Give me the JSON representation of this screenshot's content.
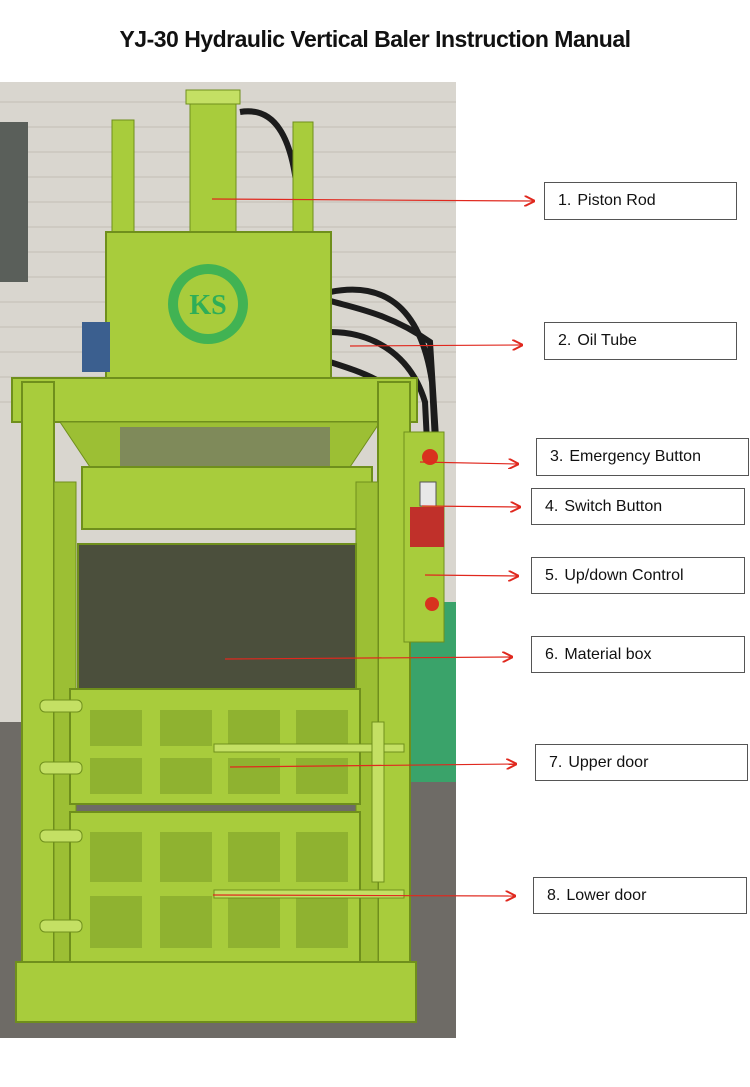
{
  "title": "YJ-30 Hydraulic Vertical Baler Instruction Manual",
  "photo": {
    "logo_text": "KS",
    "colors": {
      "machine": "#a8cc3c",
      "machine_dark": "#6f8f1c",
      "machine_light": "#c4e064",
      "wall": "#d9d6cf",
      "box_interior": "#4b4f3c",
      "hose": "#1c1c1c",
      "emergency": "#d8321e",
      "logo": "#2fae57"
    }
  },
  "callout_color": "#e0281e",
  "callouts": [
    {
      "num": "1.",
      "label": "Piston Rod"
    },
    {
      "num": "2.",
      "label": "Oil Tube"
    },
    {
      "num": "3.",
      "label": "Emergency Button"
    },
    {
      "num": "4.",
      "label": "Switch Button"
    },
    {
      "num": "5.",
      "label": "Up/down Control"
    },
    {
      "num": "6.",
      "label": "Material box"
    },
    {
      "num": "7.",
      "label": "Upper door"
    },
    {
      "num": "8.",
      "label": "Lower door"
    }
  ]
}
